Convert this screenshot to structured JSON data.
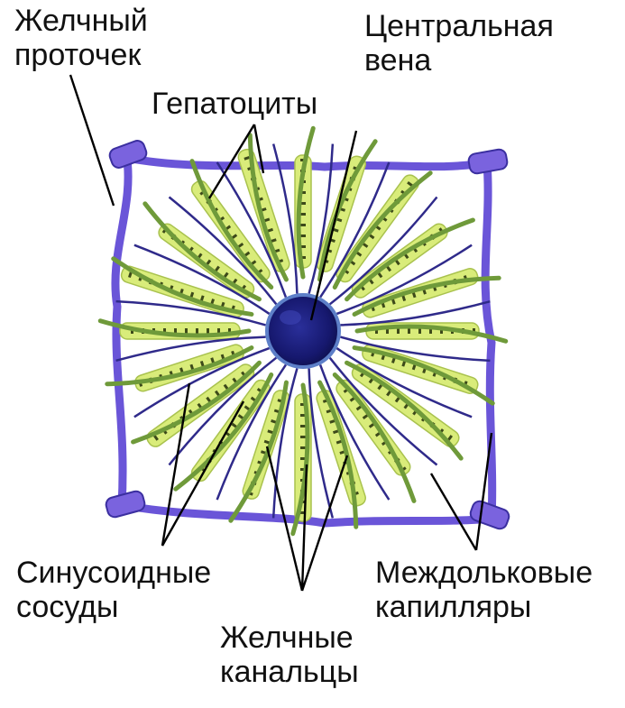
{
  "labels": {
    "bile_duct": [
      "Желчный",
      "проточек"
    ],
    "central_vein": [
      "Центральная",
      "вена"
    ],
    "hepatocytes": [
      "Гепатоциты"
    ],
    "sinusoids": [
      "Синусоидные",
      "сосуды"
    ],
    "interlobular": [
      "Междольковые",
      "капилляры"
    ],
    "canaliculi": [
      "Желчные",
      "канальцы"
    ]
  },
  "colors": {
    "background": "#ffffff",
    "text": "#111111",
    "vessel_purple": "#6a55d8",
    "vessel_dark": "#2f2a8a",
    "hepatocyte_fill": "#d9ec7a",
    "bile_green": "#6f9a3a",
    "central_vein": "#16186e"
  }
}
